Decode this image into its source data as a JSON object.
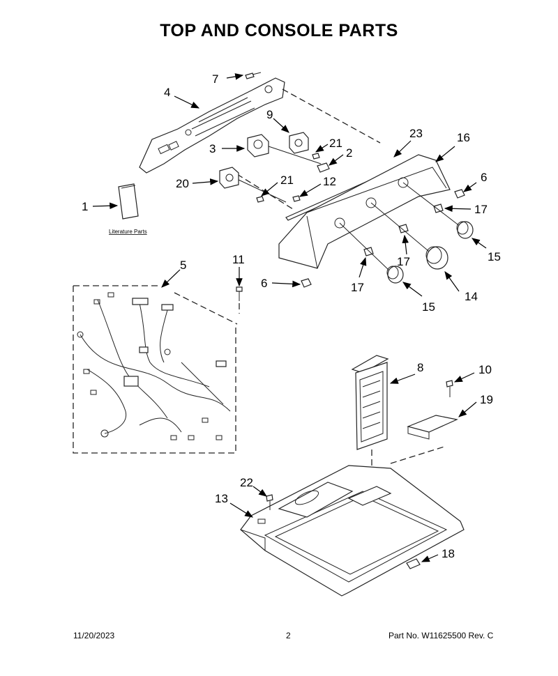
{
  "title": "TOP AND CONSOLE PARTS",
  "literature_label": "Literature Parts",
  "callouts": [
    {
      "id": "c1",
      "label": "1"
    },
    {
      "id": "c2",
      "label": "2"
    },
    {
      "id": "c3",
      "label": "3"
    },
    {
      "id": "c4",
      "label": "4"
    },
    {
      "id": "c5",
      "label": "5"
    },
    {
      "id": "c6a",
      "label": "6"
    },
    {
      "id": "c6b",
      "label": "6"
    },
    {
      "id": "c7",
      "label": "7"
    },
    {
      "id": "c8",
      "label": "8"
    },
    {
      "id": "c9",
      "label": "9"
    },
    {
      "id": "c10",
      "label": "10"
    },
    {
      "id": "c11",
      "label": "11"
    },
    {
      "id": "c12",
      "label": "12"
    },
    {
      "id": "c13",
      "label": "13"
    },
    {
      "id": "c14",
      "label": "14"
    },
    {
      "id": "c15a",
      "label": "15"
    },
    {
      "id": "c15b",
      "label": "15"
    },
    {
      "id": "c16",
      "label": "16"
    },
    {
      "id": "c17a",
      "label": "17"
    },
    {
      "id": "c17b",
      "label": "17"
    },
    {
      "id": "c17c",
      "label": "17"
    },
    {
      "id": "c18",
      "label": "18"
    },
    {
      "id": "c19",
      "label": "19"
    },
    {
      "id": "c20",
      "label": "20"
    },
    {
      "id": "c21a",
      "label": "21"
    },
    {
      "id": "c21b",
      "label": "21"
    },
    {
      "id": "c22",
      "label": "22"
    },
    {
      "id": "c23",
      "label": "23"
    }
  ],
  "footer": {
    "date": "11/20/2023",
    "page": "2",
    "part_no": "Part No.  W11625500  Rev.  C"
  }
}
